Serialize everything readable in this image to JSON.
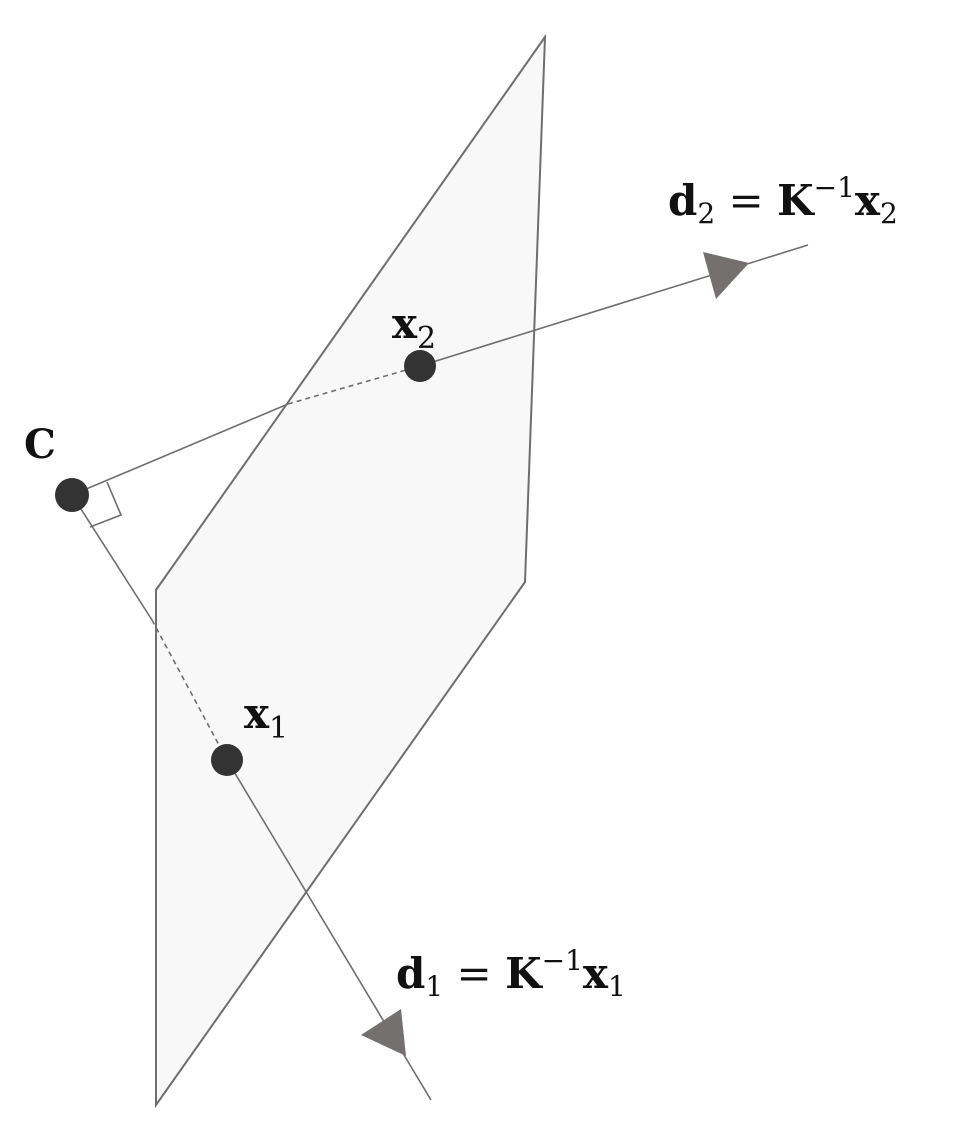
{
  "labels": {
    "center": "C",
    "point1_base": "x",
    "point1_sub": "1",
    "point2_base": "x",
    "point2_sub": "2",
    "ray1": {
      "d": "d",
      "d_sub": "1",
      "eq": " = ",
      "K": "K",
      "K_sup": "−1",
      "x": "x",
      "x_sub": "1"
    },
    "ray2": {
      "d": "d",
      "d_sub": "2",
      "eq": " = ",
      "K": "K",
      "K_sup": "−1",
      "x": "x",
      "x_sub": "2"
    }
  },
  "colors": {
    "plane_fill": "#f8f8f8",
    "plane_stroke": "#6e6e6e",
    "line": "#6e6e6e",
    "point": "#333333",
    "arrow": "#747070",
    "text": "#111111"
  }
}
